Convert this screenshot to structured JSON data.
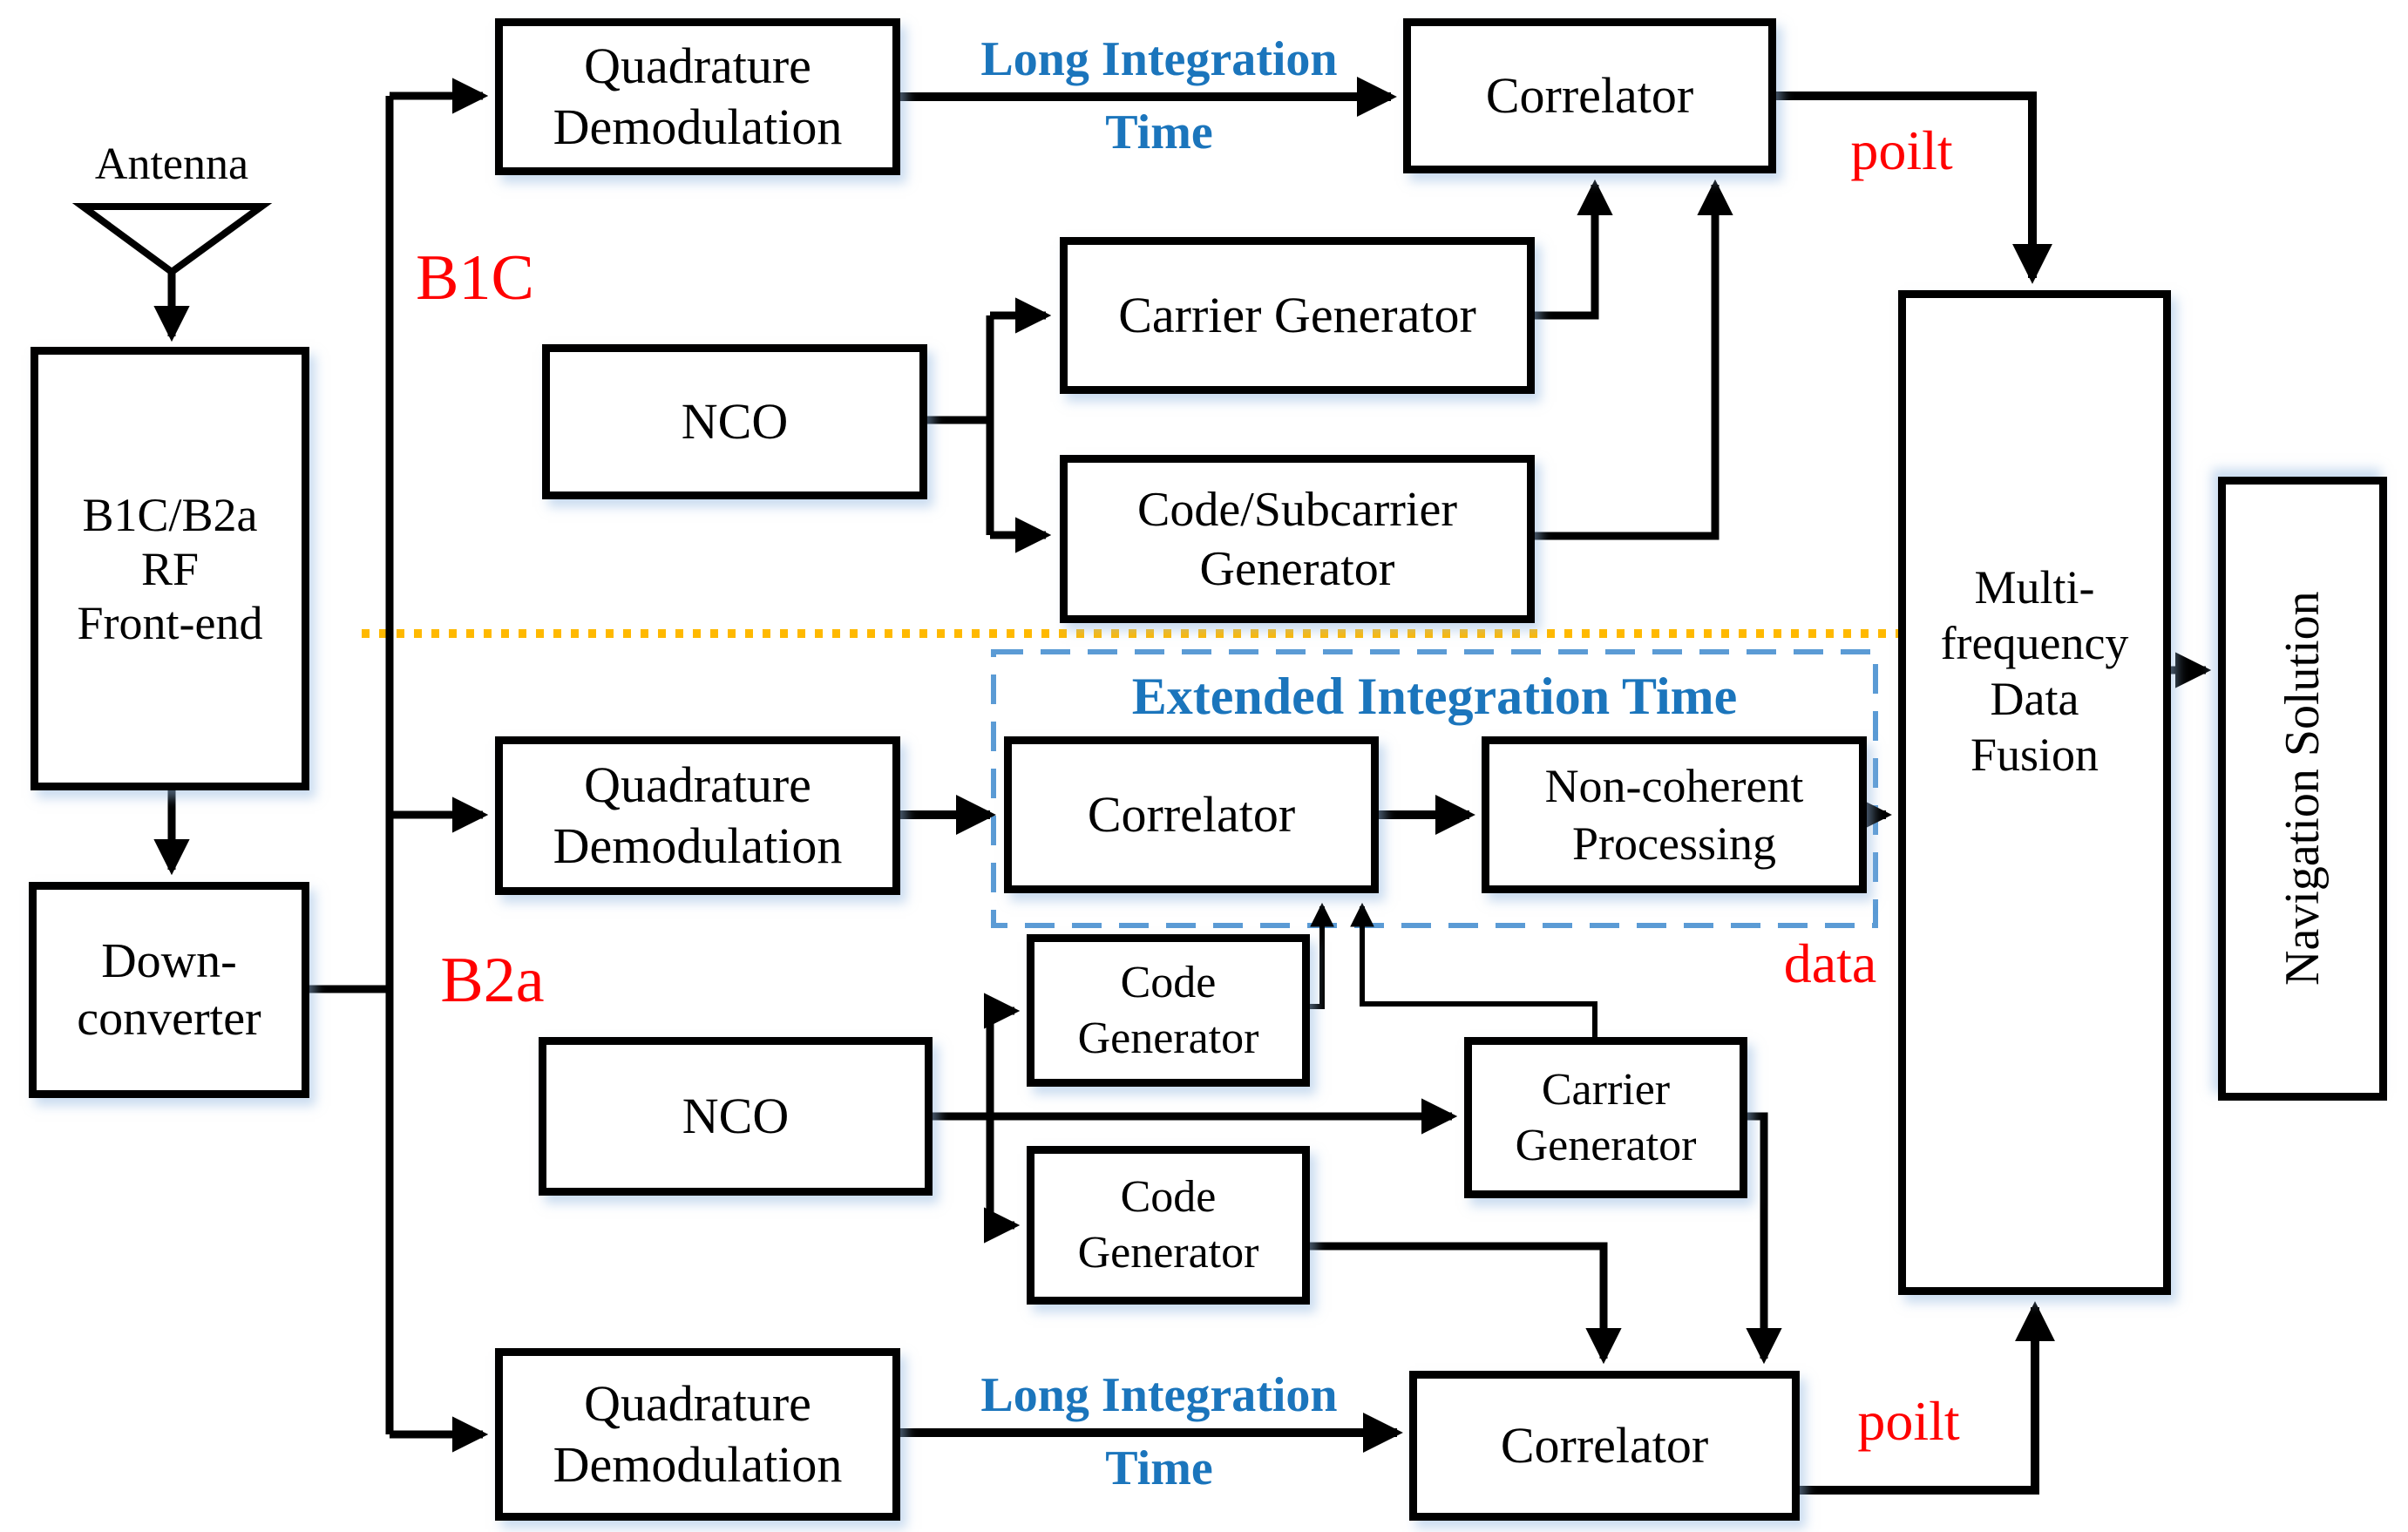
{
  "colors": {
    "line_black": "#000000",
    "annotation_blue": "#1B75BC",
    "dashed_border_blue": "#5B9BD5",
    "divider_orange": "#FFB900",
    "tag_red": "#FF0000"
  },
  "front_end": {
    "antenna_label": "Antenna",
    "rf_front_end": "B1C/B2a\nRF\nFront-end",
    "down_converter": "Down-\nconverter"
  },
  "b1c": {
    "section_label": "B1C",
    "quadrature_demodulation": "Quadrature\nDemodulation",
    "long_integration_annotation": "Long Integration\nTime",
    "correlator": "Correlator",
    "pilot_tag": "poilt",
    "nco": "NCO",
    "carrier_generator": "Carrier Generator",
    "code_subcarrier_generator": "Code/Subcarrier\nGenerator"
  },
  "b2a": {
    "section_label": "B2a",
    "data_channel": {
      "quadrature_demodulation": "Quadrature\nDemodulation",
      "extended_integration_title": "Extended Integration Time",
      "correlator": "Correlator",
      "non_coherent_processing": "Non-coherent\nProcessing",
      "data_tag": "data"
    },
    "nco": "NCO",
    "code_generator_data": "Code\nGenerator",
    "code_generator_pilot": "Code\nGenerator",
    "carrier_generator": "Carrier\nGenerator",
    "pilot_channel": {
      "quadrature_demodulation": "Quadrature\nDemodulation",
      "long_integration_annotation": "Long Integration\nTime",
      "correlator": "Correlator",
      "pilot_tag": "poilt"
    }
  },
  "output": {
    "multi_frequency_data_fusion": "Multi-\nfrequency\nData\nFusion",
    "navigation_solution": "Navigation Solution"
  }
}
